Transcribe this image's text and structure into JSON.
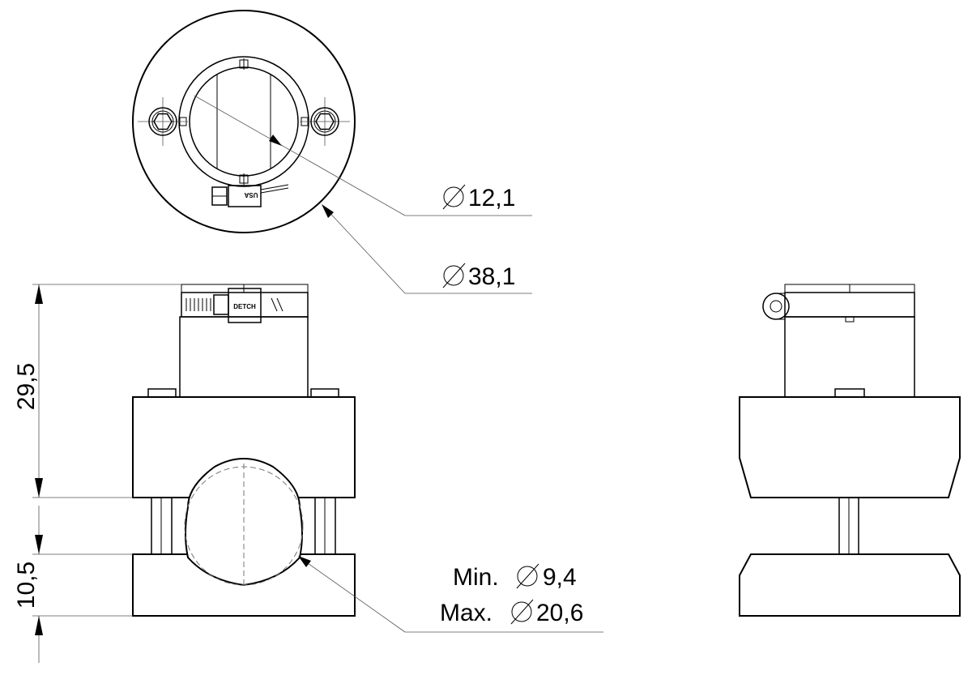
{
  "dimensions": {
    "inner_diameter": "12,1",
    "outer_diameter": "38,1",
    "height_upper": "29,5",
    "height_lower": "10,5",
    "clamp_min_label": "Min.",
    "clamp_min_value": "9,4",
    "clamp_max_label": "Max.",
    "clamp_max_value": "20,6"
  },
  "stamps": {
    "top_view_band": "USA",
    "front_view_band": "DETCH"
  }
}
